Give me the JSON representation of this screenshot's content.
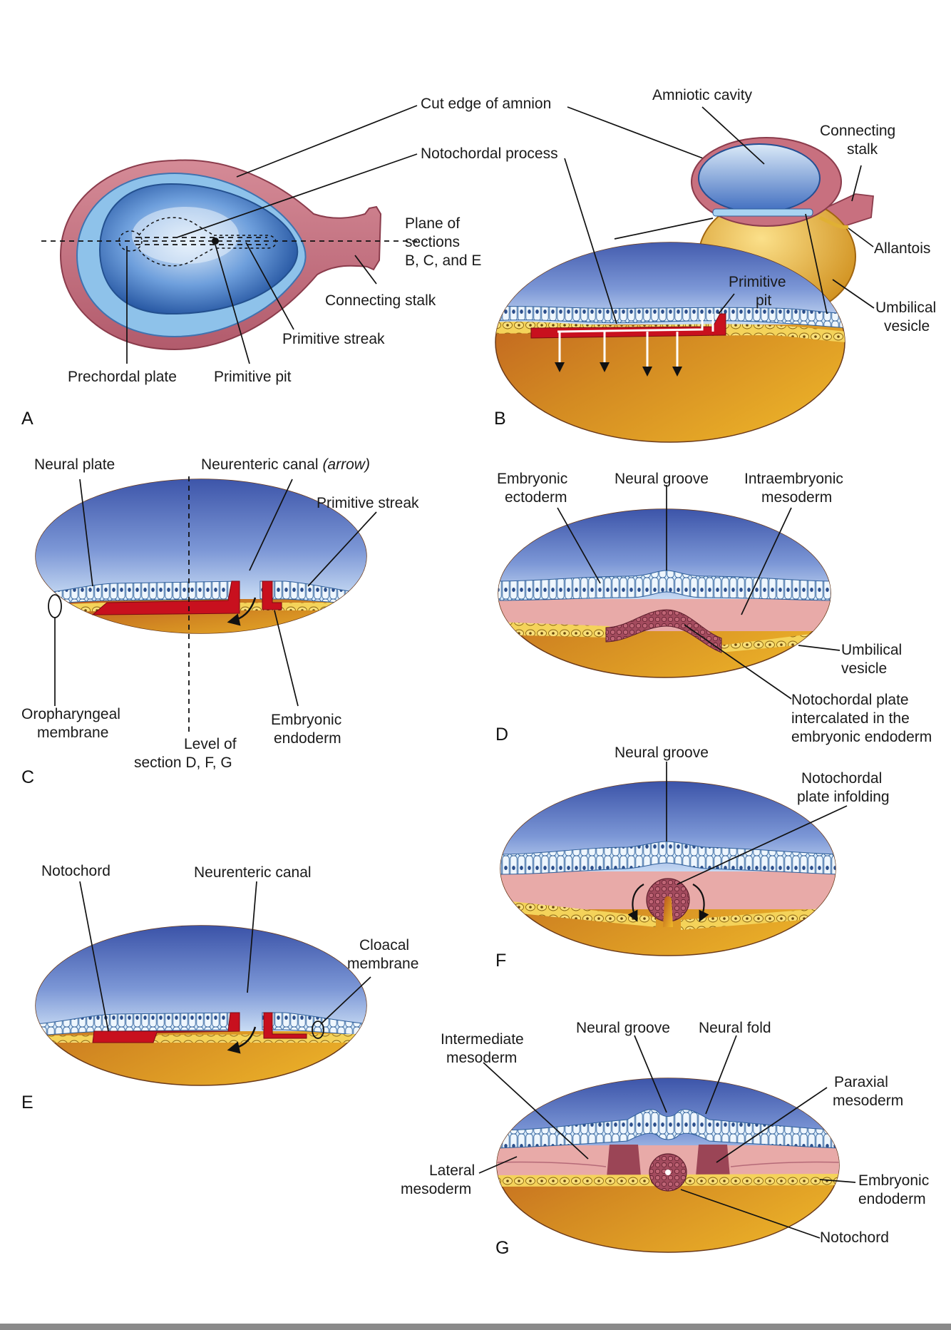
{
  "panels": {
    "A": {
      "letter": "A",
      "labels": {
        "cut_edge": "Cut edge of amnion",
        "notochordal_process": "Notochordal process",
        "plane_1": "Plane of",
        "plane_2": "sections",
        "plane_3": "B, C, and E",
        "connecting_stalk": "Connecting stalk",
        "primitive_streak": "Primitive streak",
        "prechordal_plate": "Prechordal plate",
        "primitive_pit": "Primitive pit"
      }
    },
    "B": {
      "letter": "B",
      "labels": {
        "amniotic_cavity": "Amniotic cavity",
        "connecting_stalk_1": "Connecting",
        "connecting_stalk_2": "stalk",
        "allantois": "Allantois",
        "umbilical_1": "Umbilical",
        "umbilical_2": "vesicle",
        "pit_1": "Primitive",
        "pit_2": "pit"
      }
    },
    "C": {
      "letter": "C",
      "labels": {
        "neural_plate": "Neural plate",
        "neurenteric": "Neurenteric canal",
        "arrow_note": "(arrow)",
        "primitive_streak": "Primitive streak",
        "oro_1": "Oropharyngeal",
        "oro_2": "membrane",
        "level_1": "Level of",
        "level_2": "section D, F, G",
        "endo_1": "Embryonic",
        "endo_2": "endoderm"
      }
    },
    "D": {
      "letter": "D",
      "labels": {
        "ecto_1": "Embryonic",
        "ecto_2": "ectoderm",
        "neural_groove": "Neural groove",
        "intra_1": "Intraembryonic",
        "intra_2": "mesoderm",
        "umb_1": "Umbilical",
        "umb_2": "vesicle",
        "noto_1": "Notochordal plate",
        "noto_2": "intercalated in the",
        "noto_3": "embryonic endoderm"
      }
    },
    "E": {
      "letter": "E",
      "labels": {
        "notochord": "Notochord",
        "neurenteric": "Neurenteric canal",
        "cloacal_1": "Cloacal",
        "cloacal_2": "membrane"
      }
    },
    "F": {
      "letter": "F",
      "labels": {
        "neural_groove": "Neural groove",
        "infold_1": "Notochordal",
        "infold_2": "plate infolding"
      }
    },
    "G": {
      "letter": "G",
      "labels": {
        "inter_1": "Intermediate",
        "inter_2": "mesoderm",
        "neural_groove": "Neural groove",
        "neural_fold": "Neural fold",
        "para_1": "Paraxial",
        "para_2": "mesoderm",
        "lat_1": "Lateral",
        "lat_2": "mesoderm",
        "endo_1": "Embryonic",
        "endo_2": "endoderm",
        "notochord": "Notochord"
      }
    }
  },
  "colors": {
    "ectoderm": "#a9d3f2",
    "mesoderm": "#e3a3a3",
    "notochord": "#c8101e",
    "endoderm": "#f2cc3c",
    "yolk": "#d8921c",
    "amnion": "#c97a86",
    "disc": "#6f9ed8"
  }
}
